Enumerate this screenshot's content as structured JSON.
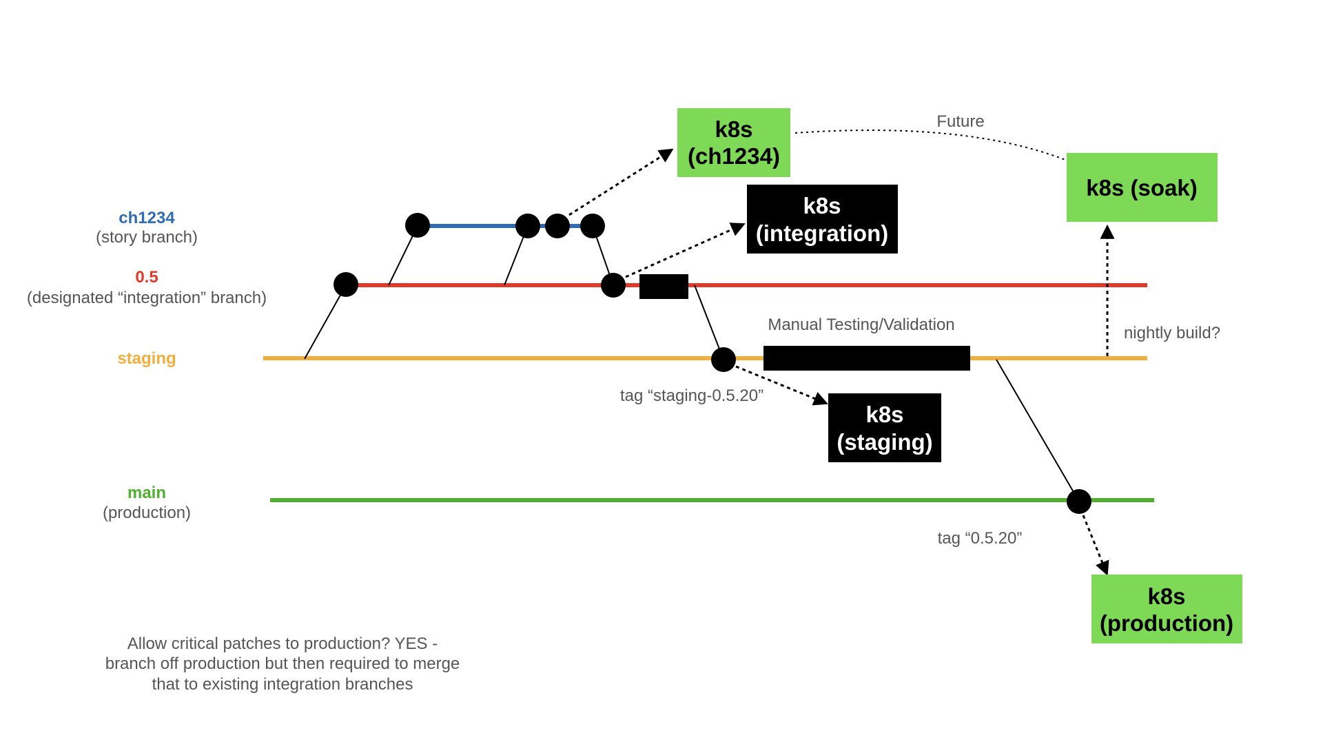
{
  "branches": {
    "story": {
      "name": "ch1234",
      "desc": "(story branch)",
      "color": "#2e6db4"
    },
    "integration": {
      "name": "0.5",
      "desc": "(designated “integration” branch)",
      "color": "#e03a2b"
    },
    "staging": {
      "name": "staging",
      "color": "#f2ae3d"
    },
    "main": {
      "name": "main",
      "desc": "(production)",
      "color": "#4fb02f"
    }
  },
  "environments": {
    "ch1234": {
      "line1": "k8s",
      "line2": "(ch1234)",
      "color": "#7ed956"
    },
    "integration": {
      "line1": "k8s",
      "line2": "(integration)",
      "color": "#000000"
    },
    "soak": {
      "line1": "k8s (soak)",
      "color": "#7ed956"
    },
    "staging": {
      "line1": "k8s",
      "line2": "(staging)",
      "color": "#000000"
    },
    "production": {
      "line1": "k8s",
      "line2": "(production)",
      "color": "#7ed956"
    }
  },
  "labels": {
    "future": "Future",
    "manual_testing": "Manual Testing/Validation",
    "nightly_build": "nightly build?",
    "tag_staging": "tag “staging-0.5.20”",
    "tag_release": "tag “0.5.20”"
  },
  "note": {
    "line1": "Allow critical patches to production? YES -",
    "line2": "branch off production but then required to merge",
    "line3": "that to existing integration branches"
  }
}
